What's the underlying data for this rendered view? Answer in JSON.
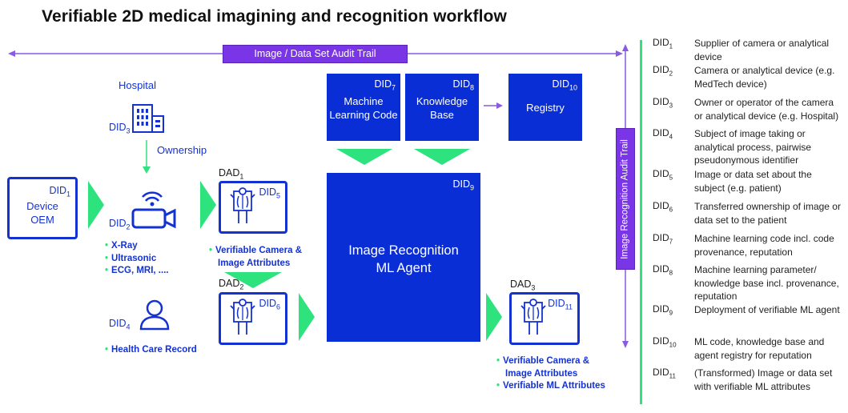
{
  "title": "Verifiable 2D medical imagining and recognition workflow",
  "audit_trail_h": "Image / Data Set Audit Trail",
  "audit_trail_v": "Image Recognition Audit Trail",
  "hospital_label": "Hospital",
  "ownership_label": "Ownership",
  "device_oem": {
    "id": "DID",
    "sub": "1",
    "label": "Device\nOEM"
  },
  "did2": {
    "id": "DID",
    "sub": "2"
  },
  "did3": {
    "id": "DID",
    "sub": "3"
  },
  "did4": {
    "id": "DID",
    "sub": "4"
  },
  "camera_bullets": [
    "X-Ray",
    "Ultrasonic",
    "ECG, MRI, ...."
  ],
  "patient_bullets": [
    "Health Care Record"
  ],
  "dad1": {
    "label": "DAD",
    "sub": "1",
    "did": "DID",
    "did_sub": "5"
  },
  "dad2": {
    "label": "DAD",
    "sub": "2",
    "did": "DID",
    "did_sub": "6"
  },
  "dad3": {
    "label": "DAD",
    "sub": "3",
    "did": "DID",
    "did_sub": "11"
  },
  "dad1_bullets": [
    "Verifiable Camera &",
    "Image Attributes"
  ],
  "dad3_bullets": [
    "Verifiable Camera &",
    "Image Attributes",
    "Verifiable ML Attributes"
  ],
  "ml_code": {
    "id": "DID",
    "sub": "7",
    "label": "Machine\nLearning Code"
  },
  "knowledge": {
    "id": "DID",
    "sub": "8",
    "label": "Knowledge\nBase"
  },
  "registry": {
    "id": "DID",
    "sub": "10",
    "label": "Registry"
  },
  "agent": {
    "id": "DID",
    "sub": "9",
    "label": "Image Recognition\nML Agent"
  },
  "legend": [
    {
      "id": "DID",
      "sub": "1",
      "text": "Supplier of camera or analytical device"
    },
    {
      "id": "DID",
      "sub": "2",
      "text": "Camera or analytical device (e.g. MedTech device)"
    },
    {
      "id": "DID",
      "sub": "3",
      "text": "Owner or operator of the camera or analytical device (e.g. Hospital)"
    },
    {
      "id": "DID",
      "sub": "4",
      "text": "Subject of image taking or analytical process, pairwise pseudonymous identifier"
    },
    {
      "id": "DID",
      "sub": "5",
      "text": "Image or data set about the subject (e.g. patient)"
    },
    {
      "id": "DID",
      "sub": "6",
      "text": "Transferred ownership of image or data set to the patient"
    },
    {
      "id": "DID",
      "sub": "7",
      "text": "Machine learning code incl. code provenance, reputation"
    },
    {
      "id": "DID",
      "sub": "8",
      "text": "Machine learning parameter/ knowledge base incl. provenance, reputation"
    },
    {
      "id": "DID",
      "sub": "9",
      "text": "Deployment of verifiable ML agent"
    },
    {
      "id": "DID",
      "sub": "10",
      "text": "ML code, knowledge base and agent registry for reputation"
    },
    {
      "id": "DID",
      "sub": "11",
      "text": "(Transformed) Image or data set with verifiable ML attributes"
    }
  ],
  "colors": {
    "blue": "#0a2ed6",
    "purple": "#7a35e6",
    "green": "#2ee27e"
  }
}
